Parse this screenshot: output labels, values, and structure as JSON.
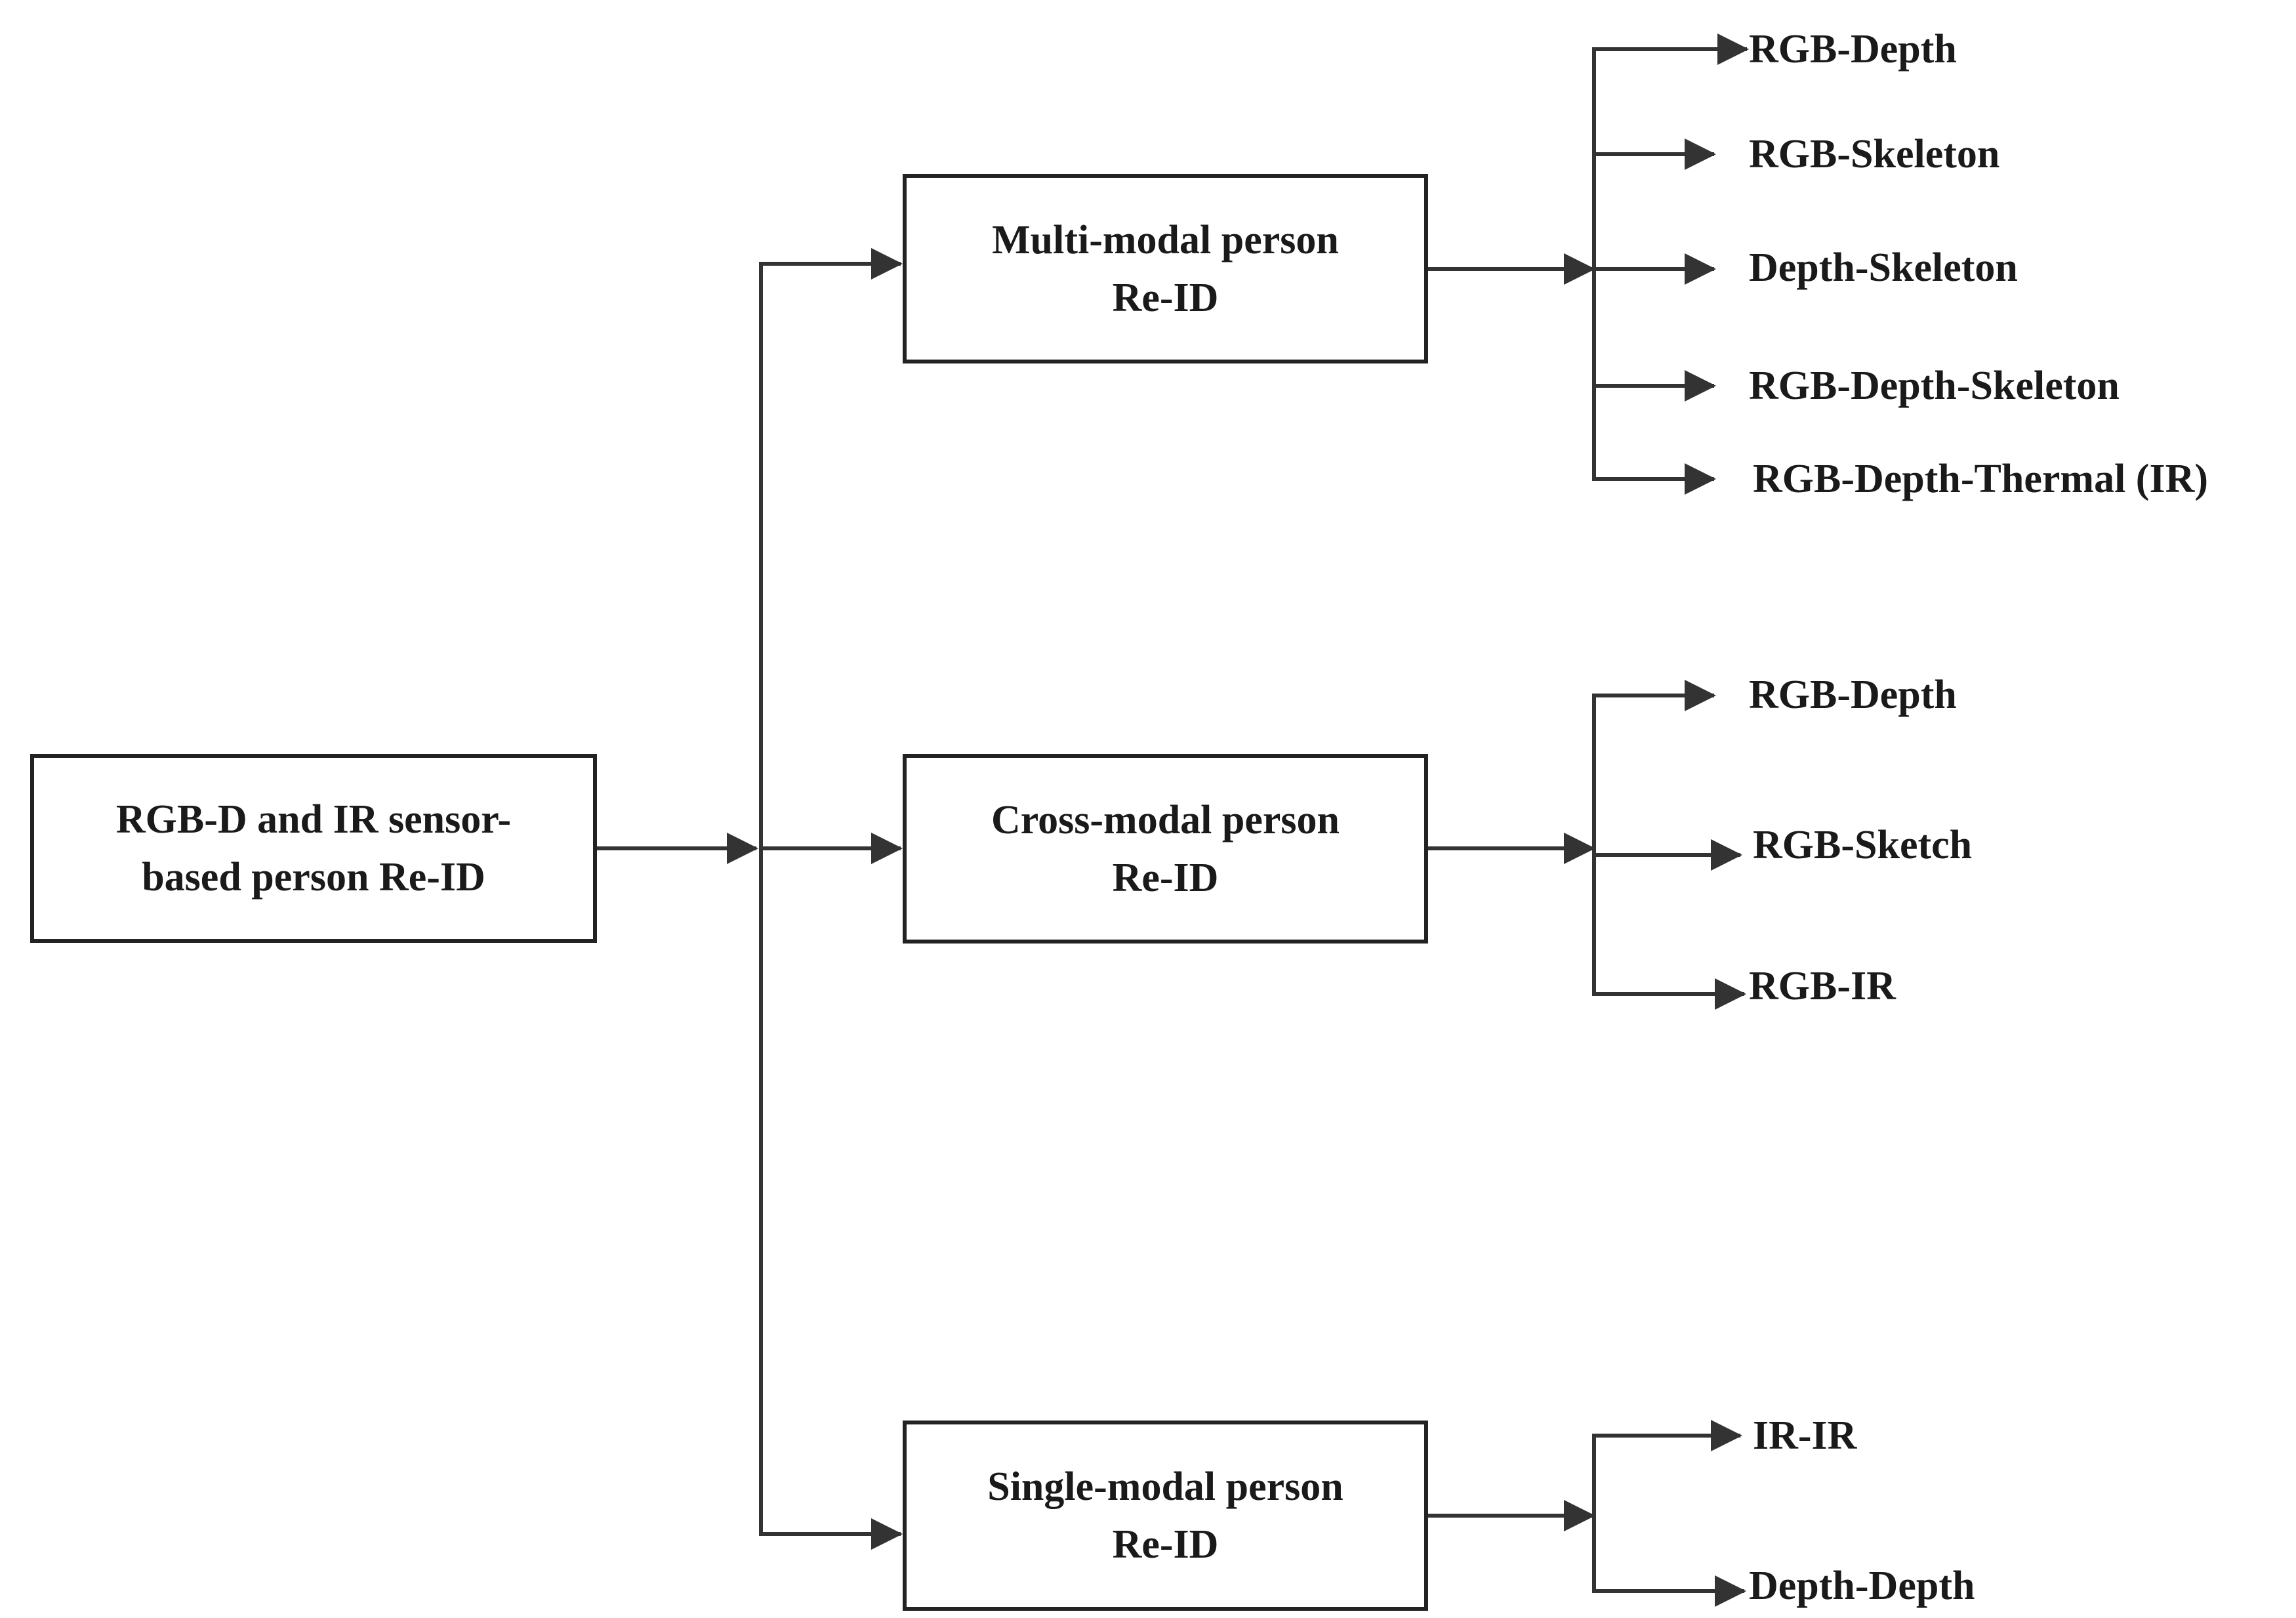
{
  "colors": {
    "line": "#333333",
    "box_border": "#222222",
    "text": "#1a1a1a",
    "background": "#ffffff"
  },
  "root": {
    "line1": "RGB-D and IR sensor-",
    "line2": "based person Re-ID"
  },
  "categories": [
    {
      "id": "multi",
      "line1": "Multi-modal person",
      "line2": "Re-ID",
      "leaves": [
        "RGB-Depth",
        "RGB-Skeleton",
        "Depth-Skeleton",
        "RGB-Depth-Skeleton",
        "RGB-Depth-Thermal (IR)"
      ]
    },
    {
      "id": "cross",
      "line1": "Cross-modal person",
      "line2": "Re-ID",
      "leaves": [
        "RGB-Depth",
        "RGB-Sketch",
        "RGB-IR"
      ]
    },
    {
      "id": "single",
      "line1": "Single-modal person",
      "line2": "Re-ID",
      "leaves": [
        "IR-IR",
        "Depth-Depth"
      ]
    }
  ]
}
